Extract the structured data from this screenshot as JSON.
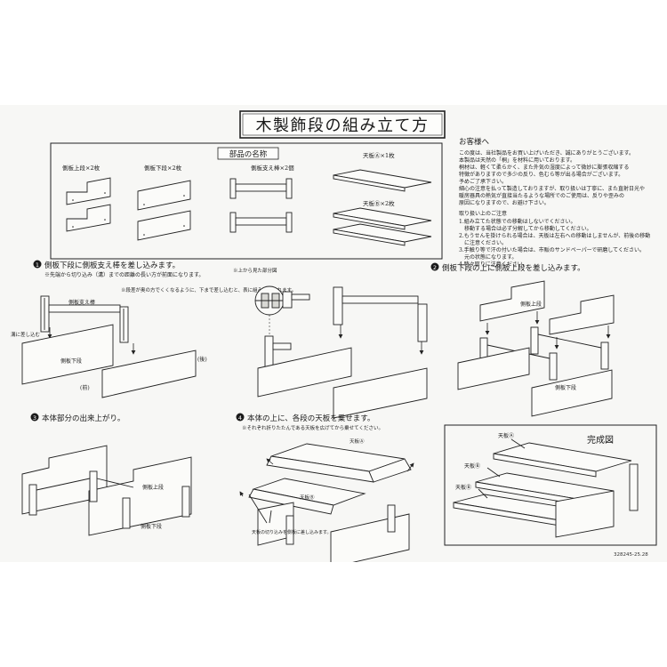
{
  "title": "木製飾段の組み立て方",
  "parts": {
    "heading": "部品の名称",
    "items": [
      {
        "label": "側板上段×2枚"
      },
      {
        "label": "側板下段×2枚"
      },
      {
        "label": "側板支え棒×2個"
      },
      {
        "label": "天板Ⓐ×1枚"
      },
      {
        "label": "天板Ⓑ×2枚"
      }
    ]
  },
  "notes": {
    "heading": "お客様へ",
    "intro_lines": [
      "この度は、当社製品をお買い上げいただき、誠にありがとうございます。",
      "本製品は天然の「桐」を材料に用いております。",
      "桐材は、軽くて柔らかく、また外気の湿度によって微妙に膨張収縮する",
      "特徴がありますので多少の反り、色むら等が出る場合がございます。",
      "予めご了承下さい。",
      "細心の注意を払って製造しておりますが、取り扱いは丁寧に、また直射日光や",
      "暖房器具の熱気が直接当たるような場所でのご使用は、反りや歪みの",
      "原因になりますので、お避け下さい。"
    ],
    "caution_heading": "取り扱い上のご注意",
    "caution_lines": [
      "1.組み立てた状態での移動はしないでください。",
      "　移動する場合は必ず分解してから移動してください。",
      "2.もうせんを掛けられる場合は、天板は左右への移動はしませんが、前後の移動",
      "　に注意ください。",
      "3.手触り等で汗の付いた場合は、市販のサンドペーパーで研磨してください。",
      "　元の状態になります。",
      "4.時々取りに注意ください。"
    ]
  },
  "steps": [
    {
      "num": "1",
      "title": "側板下段に側板支え棒を差し込みます。",
      "sub": "※先端から切り込み（溝）までの距離の長い方が前面になります。",
      "labels": {
        "bar": "側板支え棒",
        "hint": "※段差が奥の方でくくなるように、下まで差し込むと、表に組み立てられます。",
        "groove": "溝に差し込む",
        "lower": "側板下段",
        "front": "(前)",
        "back": "(後)"
      }
    },
    {
      "num": "2",
      "title": "側板下段の上に側板上段を差し込みます。",
      "labels": {
        "upper": "側板上段",
        "lower": "側板下段"
      }
    },
    {
      "num": "3",
      "title": "本体部分の出来上がり。",
      "labels": {
        "upper": "側板上段",
        "lower": "側板下段"
      }
    },
    {
      "num": "4",
      "title": "本体の上に、各段の天板を乗せます。",
      "sub": "※それぞれ折りたたんである天板を広げてから乗せてください。",
      "labels": {
        "a": "天板Ⓐ",
        "b": "天板Ⓑ",
        "cut": "天板の切り込みを側板に差し込みます。"
      }
    }
  ],
  "mid_note": "※上から見た部分図",
  "completed": {
    "heading": "完成図",
    "labels": [
      "天板Ⓐ",
      "天板Ⓑ",
      "天板Ⓑ"
    ]
  },
  "code": "328245-25.28"
}
